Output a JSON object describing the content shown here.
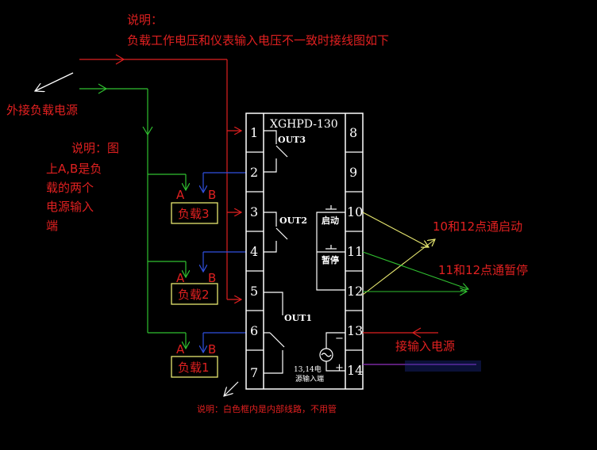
{
  "notes": {
    "top_label": "说明：",
    "top_text": "负载工作电压和仪表输入电压不一致时接线图如下",
    "external_supply": "外接负载电源",
    "side_label": "说明：图",
    "side_line2": "上A,B是负",
    "side_line3": "载的两个",
    "side_line4": "电源输入",
    "side_line5": "端",
    "start_note": "10和12点通启动",
    "pause_note": "11和12点通暂停",
    "power_in": "接输入电源",
    "bottom_note": "说明：白色框内是内部线路，不用管"
  },
  "device": {
    "model": "XGHPD-130",
    "out3": "OUT3",
    "out2": "OUT2",
    "out1": "OUT1",
    "start_label": "启动",
    "pause_label": "暂停",
    "power_label_1": "13,14电",
    "power_label_2": "源输入端",
    "minus": "−",
    "plus": "+",
    "left_pins": [
      "1",
      "2",
      "3",
      "4",
      "5",
      "6",
      "7"
    ],
    "right_pins": [
      "8",
      "9",
      "10",
      "11",
      "12",
      "13",
      "14"
    ]
  },
  "loads": [
    {
      "name": "负载3",
      "a": "A",
      "b": "B"
    },
    {
      "name": "负载2",
      "a": "A",
      "b": "B"
    },
    {
      "name": "负载1",
      "a": "A",
      "b": "B"
    }
  ],
  "colors": {
    "background": "#000000",
    "red_wire": "#e02020",
    "green_wire": "#30c030",
    "blue_wire": "#3050e0",
    "purple_wire": "#9030c0",
    "device_outline": "#ffffff",
    "note_text": "#e02020"
  }
}
